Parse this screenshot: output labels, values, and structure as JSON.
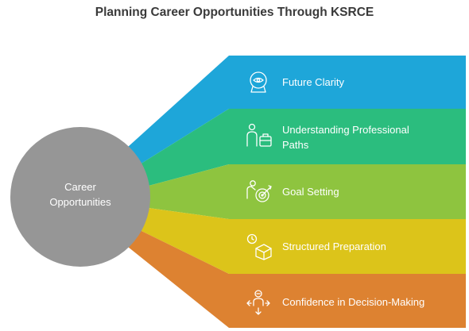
{
  "title": "Planning Career Opportunities Through KSRCE",
  "hub": {
    "line1": "Career",
    "line2": "Opportunities",
    "color": "#969696"
  },
  "items": [
    {
      "line1": "Future Clarity",
      "line2": "",
      "color": "#1ea6d9",
      "icon": "webcam-eye-icon"
    },
    {
      "line1": "Understanding Professional",
      "line2": "Paths",
      "color": "#2bbd7e",
      "icon": "person-briefcase-icon"
    },
    {
      "line1": "Goal Setting",
      "line2": "",
      "color": "#8ec43f",
      "icon": "target-achiever-icon"
    },
    {
      "line1": "Structured Preparation",
      "line2": "",
      "color": "#dcc41a",
      "icon": "clock-box-icon"
    },
    {
      "line1": "Confidence in Decision-Making",
      "line2": "",
      "color": "#dd8231",
      "icon": "decision-arrows-icon"
    }
  ]
}
